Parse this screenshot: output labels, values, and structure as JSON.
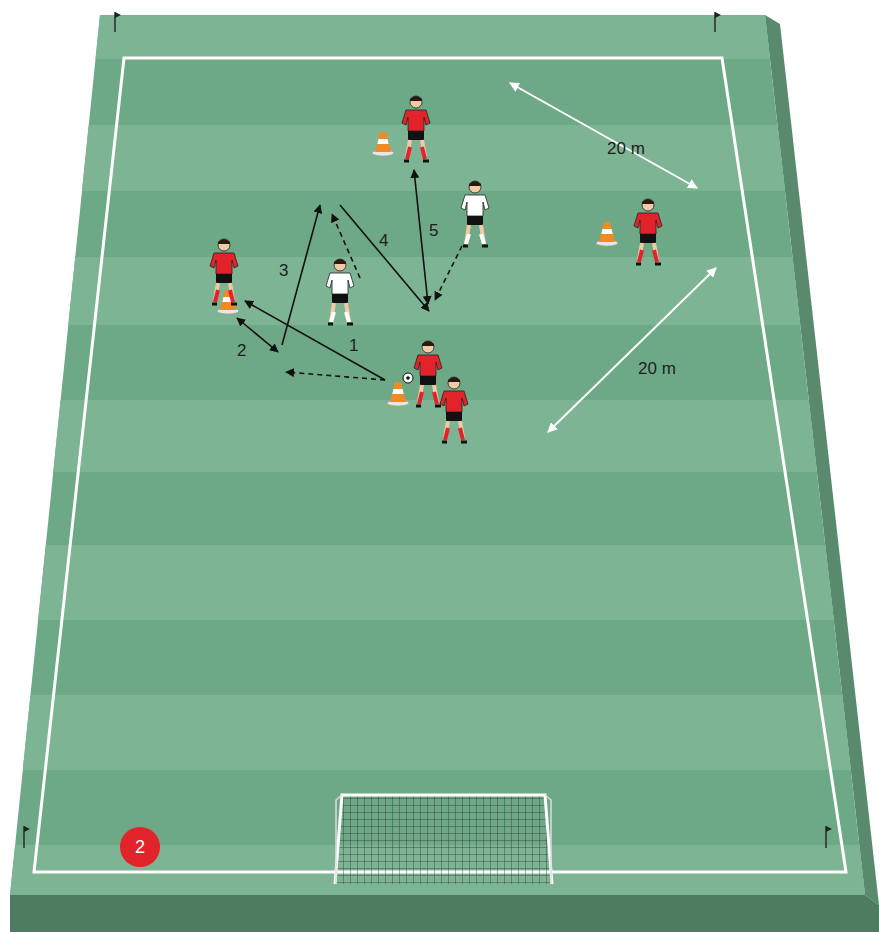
{
  "diagram": {
    "nodes": [
      {
        "text": [
          "2"
        ]
      }
    ],
    "labels": [
      "20 m",
      "20 m",
      "1",
      "2",
      "3",
      "4",
      "5"
    ]
  }
}
